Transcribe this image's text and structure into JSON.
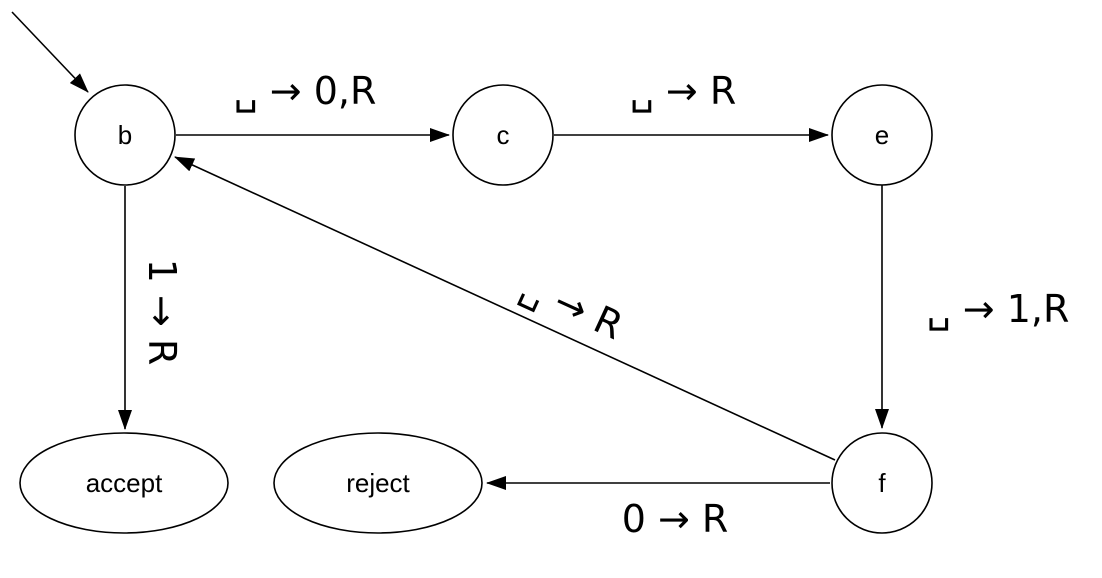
{
  "diagram": {
    "type": "state-machine",
    "states": {
      "b": "b",
      "c": "c",
      "e": "e",
      "f": "f",
      "accept": "accept",
      "reject": "reject"
    },
    "start_state": "b",
    "transitions": {
      "b_c": {
        "from": "b",
        "to": "c",
        "label": "␣ → 0,R"
      },
      "c_e": {
        "from": "c",
        "to": "e",
        "label": "␣ → R"
      },
      "e_f": {
        "from": "e",
        "to": "f",
        "label": "␣ → 1,R"
      },
      "f_b": {
        "from": "f",
        "to": "b",
        "label": "␣ → R"
      },
      "f_reject": {
        "from": "f",
        "to": "reject",
        "label": "0 → R"
      },
      "b_accept": {
        "from": "b",
        "to": "accept",
        "label": "1 → R"
      }
    },
    "colors": {
      "stroke": "#000000",
      "fill": "#ffffff"
    }
  }
}
